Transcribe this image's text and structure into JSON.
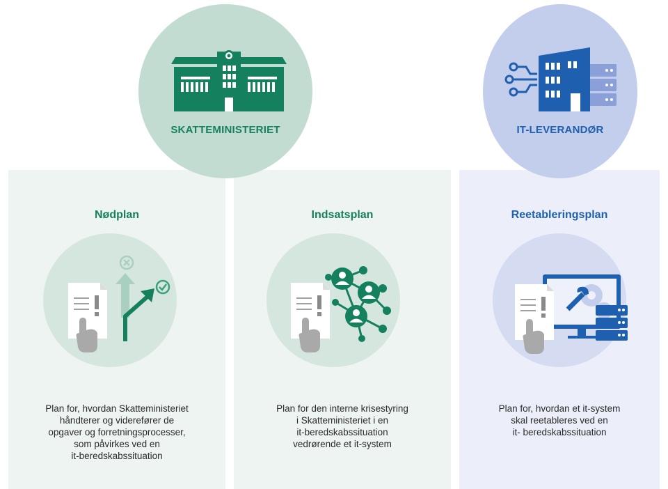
{
  "organizations": [
    {
      "label": "SKATTEMINISTERIET",
      "icon": "government-building-icon",
      "color": "#14805e"
    },
    {
      "label": "IT-LEVERANDØR",
      "icon": "it-provider-building-server-icon",
      "color": "#1e5fb0"
    }
  ],
  "plans": [
    {
      "title": "Nødplan",
      "icon": "emergency-plan-decision-arrows-icon",
      "description_lines": [
        "Plan for, hvordan Skatteministeriet",
        "håndterer og viderefører de",
        "opgaver og forretningsprocesser,",
        "som påvirkes ved en",
        "it-beredskabssituation"
      ]
    },
    {
      "title": "Indsatsplan",
      "icon": "response-plan-network-people-icon",
      "description_lines": [
        "Plan for den interne krisestyring",
        "i Skatteministeriet i en",
        "it-beredskabssituation",
        "vedrørende et it-system"
      ]
    },
    {
      "title": "Reetableringsplan",
      "icon": "reestablishment-plan-monitor-server-icon",
      "description_lines": [
        "Plan for, hvordan et it-system",
        "skal reetableres ved en",
        "it- beredskabssituation"
      ]
    }
  ],
  "colors": {
    "green_dark": "#14805e",
    "green_light": "#c3dcd1",
    "blue_dark": "#1e5fb0",
    "blue_light": "#c3cdec",
    "panel_green": "#eef4f1",
    "panel_blue": "#eceff9"
  }
}
